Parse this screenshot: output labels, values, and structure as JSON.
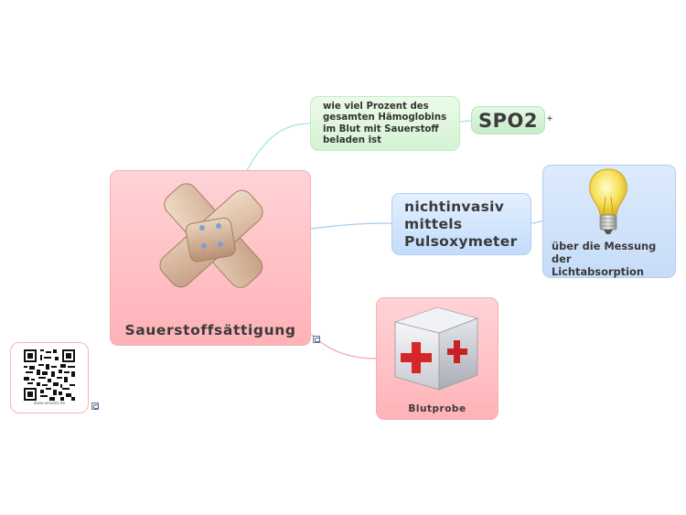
{
  "map": {
    "central": {
      "title": "Sauerstoffsättigung"
    },
    "definition": {
      "text": "wie viel Prozent des gesamten Hämoglobins im Blut mit Sauerstoff beladen ist"
    },
    "spo2": {
      "label": "SPO2",
      "collapse_symbol": "+"
    },
    "noninvasive": {
      "lines": [
        "nichtinvasiv",
        "mittels",
        "Pulsoxymeter"
      ]
    },
    "absorption": {
      "lines": [
        "über die Messung",
        "der",
        "Lichtabsorption"
      ]
    },
    "blood": {
      "label": "Blutprobe"
    },
    "qr": {
      "caption": "www.wissbit.de"
    }
  },
  "colors": {
    "red_branch": "#ffc1c5",
    "green_branch": "#d4f3d3",
    "blue_branch": "#c3dcfb",
    "connector_green": "#9be7dd",
    "connector_blue": "#a9cbee",
    "connector_red": "#f0a3a8"
  },
  "icons": {
    "central": "bandage-icon",
    "absorption": "light-bulb-icon",
    "blood": "first-aid-box-icon",
    "qr": "qr-code-icon"
  }
}
